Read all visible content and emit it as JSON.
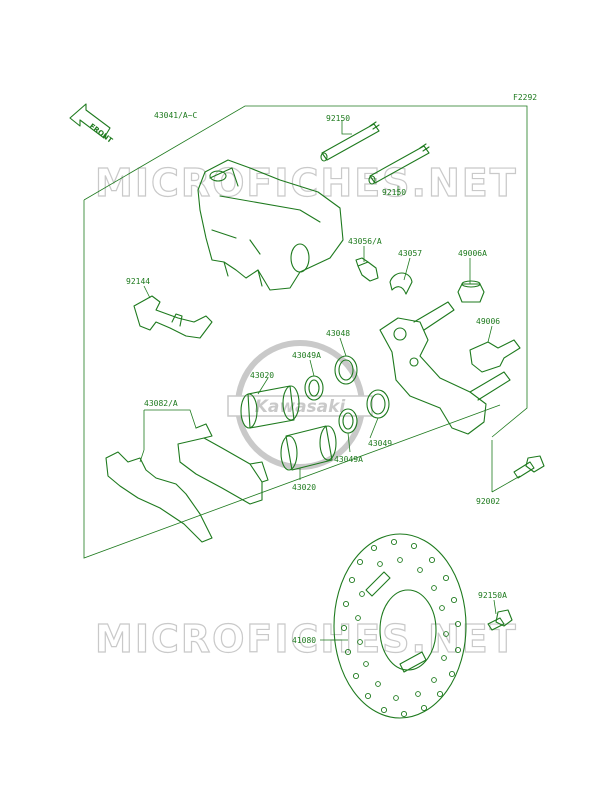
{
  "diagram": {
    "figure_code": "F2292",
    "front_label": "FRONT",
    "watermark_text": "MICROFICHES.NET",
    "watermark_logo_text": "Kawasaki",
    "colors": {
      "line": "#1e7a1e",
      "watermark": "#c9c9c9",
      "background": "#ffffff"
    },
    "labels": {
      "assembly": "43041/A~C",
      "pin_top": "92150",
      "pin_bottom": "92150",
      "bleeder": "43056/A",
      "clip": "43057",
      "boot_small": "49006A",
      "boot_large": "49006",
      "spring": "92144",
      "seal_large_top": "43048",
      "seal_small_top": "43049A",
      "piston_top": "43020",
      "pads": "43082/A",
      "seal_large_bottom": "43049",
      "seal_small_bottom": "43049A",
      "piston_bottom": "43020",
      "bolt_bracket": "92002",
      "bolt_disc": "92150A",
      "disc": "41080"
    }
  }
}
